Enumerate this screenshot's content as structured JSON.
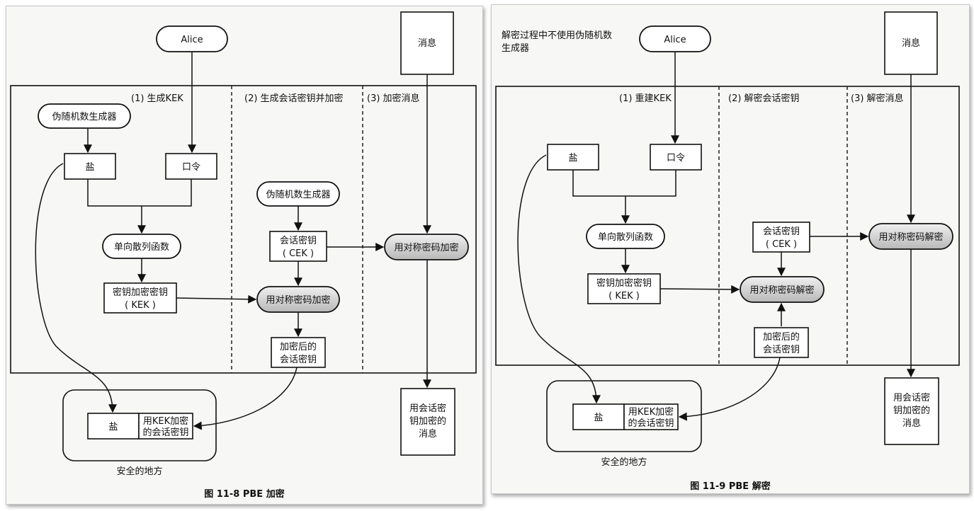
{
  "left": {
    "alice": "Alice",
    "message": "消息",
    "step1": "(1) 生成KEK",
    "step2": "(2) 生成会话密钥并加密",
    "step3": "(3) 加密消息",
    "prng1": "伪随机数生成器",
    "salt": "盐",
    "password": "口令",
    "prng2": "伪随机数生成器",
    "hash": "单向散列函数",
    "cek_line1": "会话密钥",
    "cek_line2": "( CEK )",
    "encrypt_msg": "用对称密码加密",
    "kek_line1": "密钥加密密钥",
    "kek_line2": "( KEK )",
    "encrypt_cek": "用对称密码加密",
    "enc_cek_line1": "加密后的",
    "enc_cek_line2": "会话密钥",
    "safe_salt": "盐",
    "safe_key_line1": "用KEK加密",
    "safe_key_line2": "的会话密钥",
    "enc_msg_line1": "用会话密",
    "enc_msg_line2": "钥加密的",
    "enc_msg_line3": "消息",
    "safe_place": "安全的地方",
    "caption": "图 11-8   PBE 加密"
  },
  "right": {
    "note_line1": "解密过程中不使用伪随机数",
    "note_line2": "生成器",
    "alice": "Alice",
    "message": "消息",
    "step1": "(1) 重建KEK",
    "step2": "(2) 解密会话密钥",
    "step3": "(3) 解密消息",
    "salt": "盐",
    "password": "口令",
    "hash": "单向散列函数",
    "cek_line1": "会话密钥",
    "cek_line2": "( CEK )",
    "decrypt_msg": "用对称密码解密",
    "kek_line1": "密钥加密密钥",
    "kek_line2": "( KEK )",
    "decrypt_cek": "用对称密码解密",
    "enc_cek_line1": "加密后的",
    "enc_cek_line2": "会话密钥",
    "safe_salt": "盐",
    "safe_key_line1": "用KEK加密",
    "safe_key_line2": "的会话密钥",
    "dec_msg_line1": "用会话密",
    "dec_msg_line2": "钥加密的",
    "dec_msg_line3": "消息",
    "safe_place": "安全的地方",
    "caption": "图 11-9   PBE 解密"
  }
}
